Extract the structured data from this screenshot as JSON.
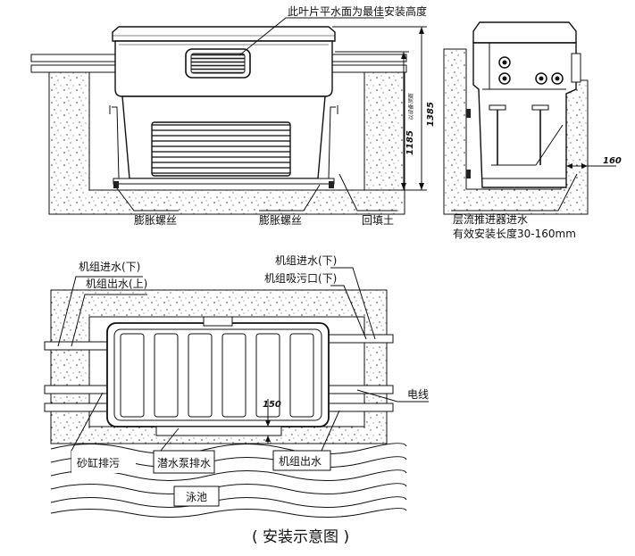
{
  "labels": {
    "blade_level": "此叶片平水面为最佳安装高度",
    "expansion_screw_left": "膨胀螺丝",
    "expansion_screw_right": "膨胀螺丝",
    "backfill": "回填土",
    "jet_inlet": "层流推进器进水",
    "install_length": "有效安装长度30-160mm",
    "unit_inlet_down_left": "机组进水(下)",
    "unit_outlet_up": "机组出水(上)",
    "unit_inlet_down_right": "机组进水(下)",
    "unit_suction_down": "机组吸污口(下)",
    "power_line": "电线",
    "sand_tank_drain": "砂缸排污",
    "pump_drain": "潜水泵排水",
    "unit_outlet": "机组出水",
    "pool": "泳池",
    "caption": "( 安装示意图 )"
  },
  "dimensions": {
    "d1385": "1385",
    "d1185": "1185",
    "d1185_note": "以设备顶面",
    "d160_side": "160",
    "d150_plan": "150"
  },
  "colors": {
    "line": "#111111",
    "concrete_fill": "#ffffff",
    "dots": "#333333"
  }
}
